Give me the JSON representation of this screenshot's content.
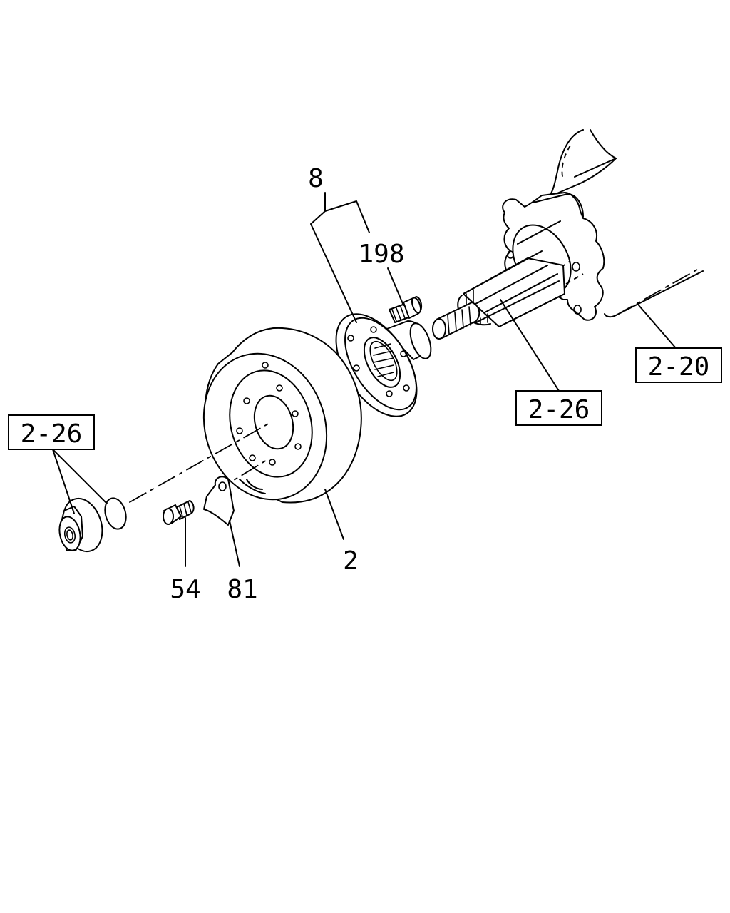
{
  "callouts": {
    "part_8": "8",
    "part_198": "198",
    "part_2": "2",
    "part_54": "54",
    "part_81": "81"
  },
  "references": {
    "ref_2_20": "2-20",
    "ref_2_26_shaft": "2-26",
    "ref_2_26_nut": "2-26"
  }
}
